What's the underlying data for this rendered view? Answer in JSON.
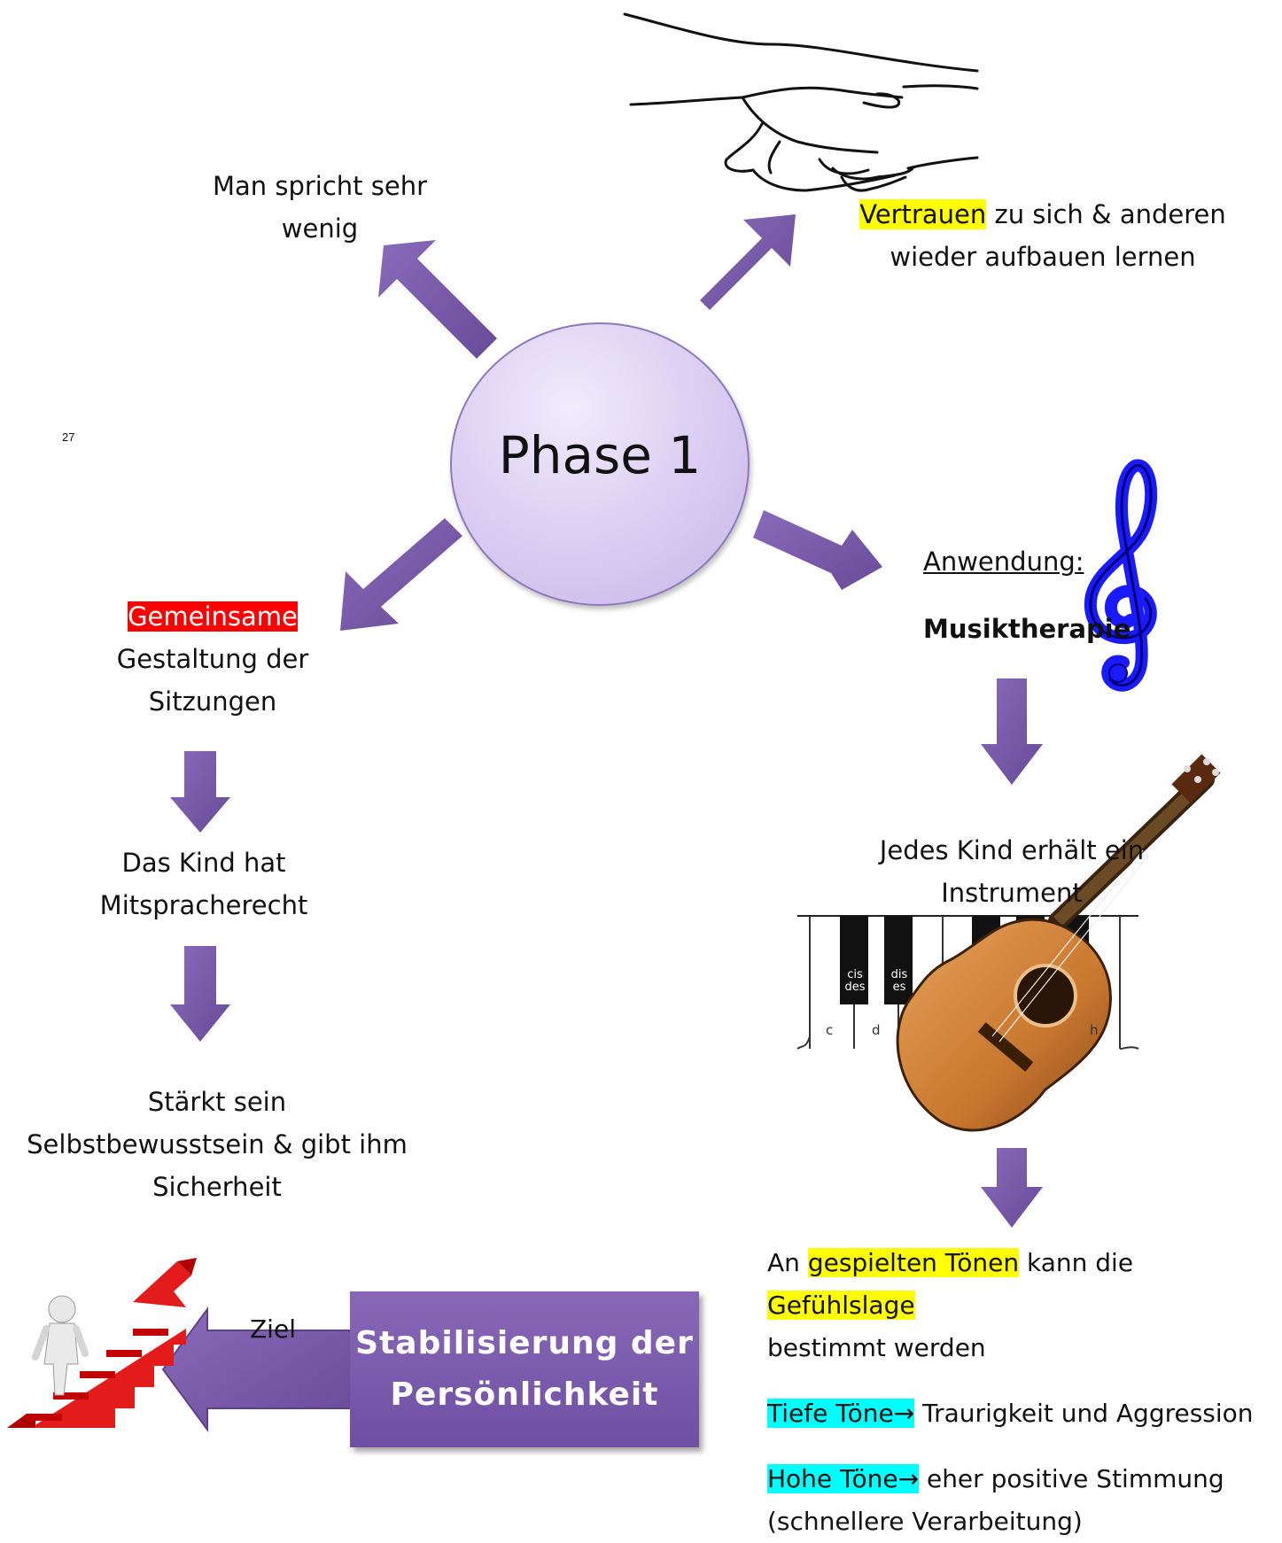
{
  "center": {
    "title": "Phase 1"
  },
  "branches": {
    "top_left": {
      "lines": [
        "Man spricht sehr",
        "wenig"
      ]
    },
    "top_right": {
      "highlight": "Vertrauen",
      "line1_rest": " zu sich & anderen",
      "line2": "wieder aufbauen lernen"
    },
    "bottom_left": {
      "highlight": "Gemeinsame",
      "lines": [
        "Gestaltung der",
        "Sitzungen"
      ]
    },
    "bottom_right": {
      "label": "Anwendung:",
      "value": "Musiktherapie"
    }
  },
  "left_chain": [
    {
      "lines": [
        "Das Kind hat",
        "Mitspracherecht"
      ]
    },
    {
      "lines": [
        "Stärkt sein",
        "Selbstbewusstsein & gibt ihm",
        "Sicherheit"
      ]
    }
  ],
  "right_chain": {
    "instrument": {
      "lines": [
        "Jedes Kind erhält ein",
        "Instrument"
      ]
    },
    "keyboard": {
      "black_keys": [
        "cis des",
        "dis es"
      ],
      "white_keys": [
        "c",
        "d",
        "h"
      ]
    },
    "tones": {
      "line1_a": "An ",
      "line1_hl1": "gespielten Tönen",
      "line1_b": " kann die ",
      "line1_hl2": "Gefühlslage",
      "line2": "bestimmt werden",
      "low_hl": "Tiefe Töne→",
      "low_rest": " Traurigkeit und Aggression",
      "high_hl": "Hohe Töne→",
      "high_rest": " eher positive Stimmung",
      "high_line2": "(schnellere Verarbeitung)"
    }
  },
  "goal": {
    "label": "Ziel",
    "box_lines": [
      "Stabilisierung der",
      "Persönlichkeit"
    ]
  },
  "page_number": "27",
  "colors": {
    "arrow": "#7a5aa8",
    "arrow_dark": "#5d4088",
    "box": "#7a5aa8",
    "yellow": "#ffff00",
    "red": "#ff0000",
    "cyan": "#00ffff",
    "clef": "#1a1aff"
  }
}
